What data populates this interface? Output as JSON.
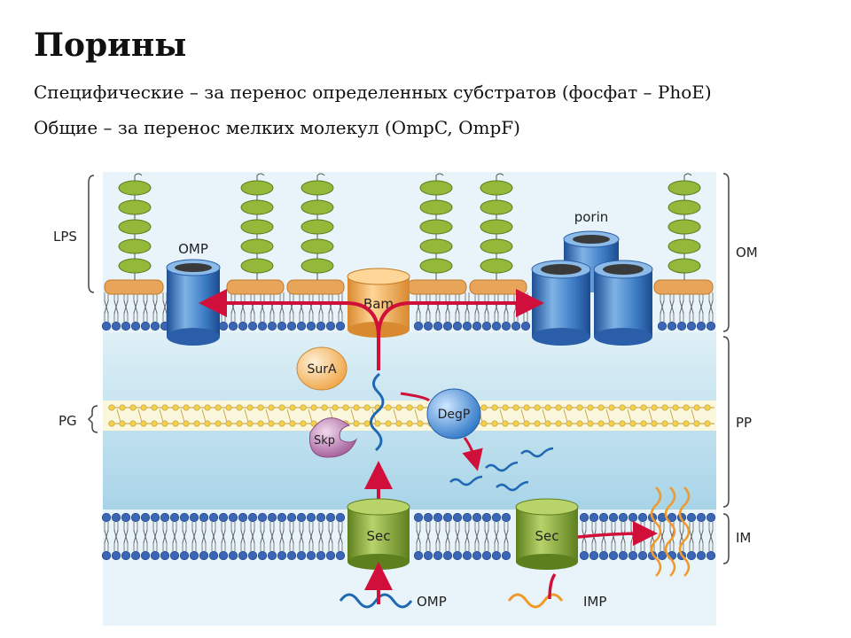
{
  "slide": {
    "title": "Порины",
    "line1": "Специфические – за перенос определенных субстратов (фосфат – PhoE)",
    "line2": "Общие – за перенос мелких молекул (OmpC, OmpF)"
  },
  "diagram": {
    "left_labels": {
      "lps": "LPS",
      "pg": "PG"
    },
    "right_labels": {
      "om": "OM",
      "pp": "PP",
      "im": "IM"
    },
    "proteins": {
      "omp_barrel": "OMP",
      "porin": "porin",
      "bam": "Bam",
      "sura": "SurA",
      "degp": "DegP",
      "skp": "Skp",
      "sec1": "Sec",
      "sec2": "Sec"
    },
    "substrates": {
      "omp": "OMP",
      "imp": "IMP"
    },
    "colors": {
      "om_band": "#cfe6ef",
      "periplasm": "#c9e6f1",
      "periplasm_lower": "#a8d4e8",
      "pg_band": "#fbf7dd",
      "lipid_head": "#3b66b6",
      "lps_bead": "#93b83a",
      "lps_core": "#e8a55a",
      "barrel": "#3f7fc7",
      "bam": "#f2b35a",
      "sec": "#8fb13c",
      "arrow": "#d0103a",
      "omp_chain": "#1f68b3",
      "imp_chain": "#ef9a2a"
    }
  }
}
